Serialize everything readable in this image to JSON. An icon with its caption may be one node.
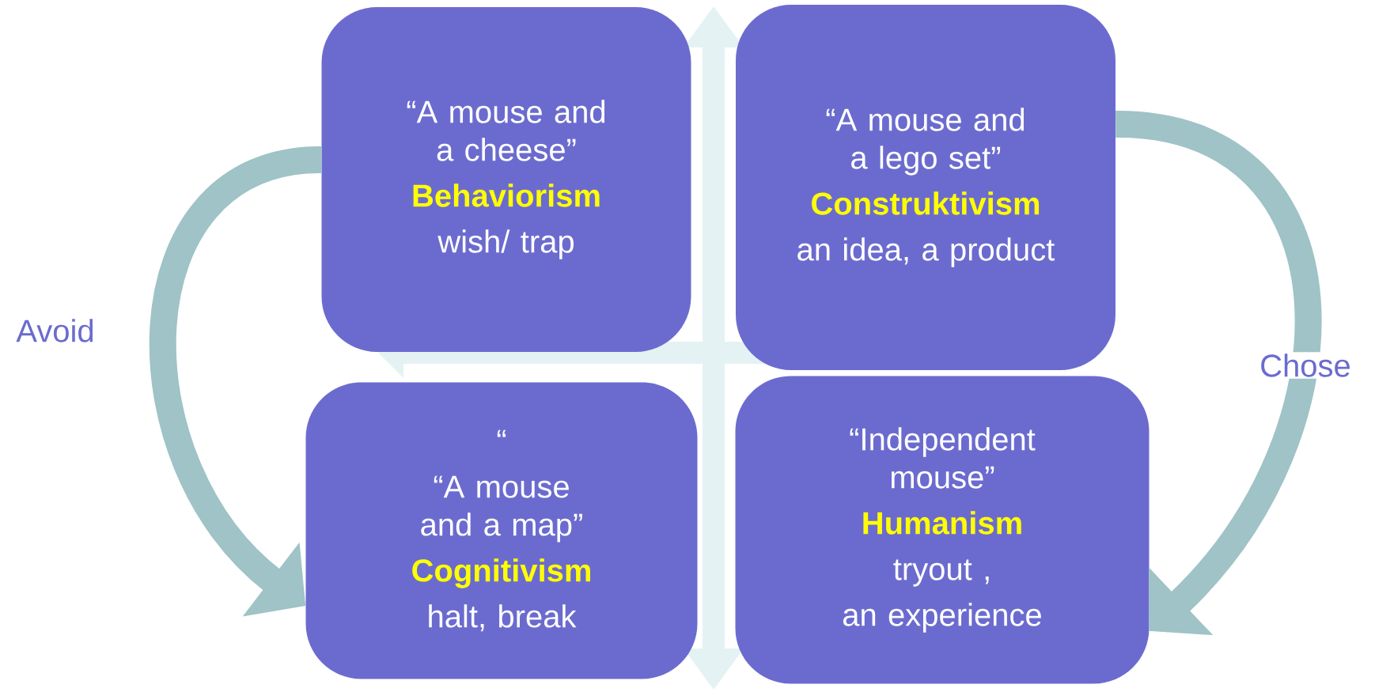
{
  "diagram": {
    "nodes": [
      {
        "text": [
          "“A mouse and a cheese”",
          "Behaviorism",
          "wish/ trap"
        ]
      },
      {
        "text": [
          "“A mouse and a lego set”",
          "Construktivism",
          "an idea, a product"
        ]
      },
      {
        "text": [
          "“",
          "“A mouse and a map”",
          "Cognitivism",
          "halt, break"
        ]
      },
      {
        "text": [
          "“Independent mouse”",
          "Humanism",
          "tryout ,",
          "an experience"
        ]
      }
    ],
    "edges": [
      {
        "from": 0,
        "to": 2,
        "arrow": "to",
        "label": "Avoid"
      },
      {
        "from": 1,
        "to": 3,
        "arrow": "to",
        "label": "Chose"
      }
    ]
  }
}
